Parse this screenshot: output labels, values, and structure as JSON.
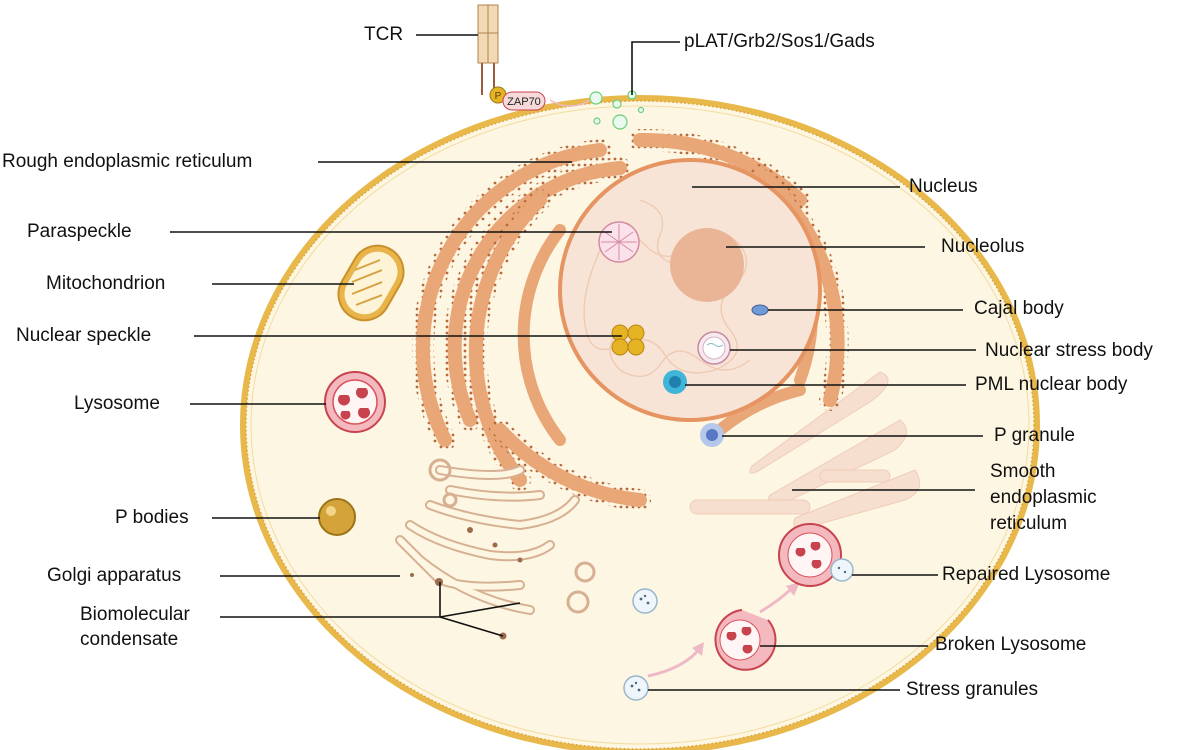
{
  "diagram": {
    "labels": {
      "tcr": "TCR",
      "plat": "pLAT/Grb2/Sos1/Gads",
      "zap70": "ZAP70",
      "p_marker": "P",
      "rough_er": "Rough endoplasmic reticulum",
      "paraspeckle": "Paraspeckle",
      "mitochondrion": "Mitochondrion",
      "nuclear_speckle": "Nuclear speckle",
      "lysosome": "Lysosome",
      "p_bodies": "P bodies",
      "golgi": "Golgi apparatus",
      "biomolecular_1": "Biomolecular",
      "biomolecular_2": "condensate",
      "nucleus": "Nucleus",
      "nucleolus": "Nucleolus",
      "cajal": "Cajal body",
      "nuclear_stress": "Nuclear stress body",
      "pml": "PML nuclear body",
      "p_granule": "P granule",
      "smooth_er_1": "Smooth",
      "smooth_er_2": "endoplasmic",
      "smooth_er_3": "reticulum",
      "repaired_lysosome": "Repaired Lysosome",
      "broken_lysosome": "Broken Lysosome",
      "stress_granules": "Stress granules"
    },
    "colors": {
      "cell_fill": "#fdf6e3",
      "membrane": "#e8b84a",
      "er": "#e9a777",
      "er_stroke": "#c9794a",
      "nucleus_fill": "#f8e4d6",
      "nucleolus": "#e9b596",
      "lysosome": "#d9545e",
      "speckle": "#e6b325",
      "pml": "#3fb6d8",
      "cajal": "#6f9ad6",
      "golgi": "#e9cdb3",
      "smooth_er": "#f6dfcf",
      "green_condensate": "#7ed98a"
    }
  }
}
